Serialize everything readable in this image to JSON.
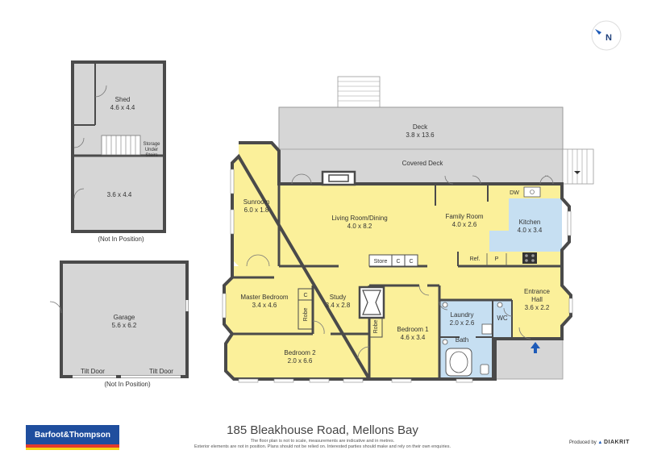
{
  "compass": {
    "label": "N"
  },
  "outbuildings": {
    "shed": {
      "name": "Shed",
      "size": "4.6 x 4.4"
    },
    "storage": {
      "line1": "Storage",
      "line2": "Under",
      "line3": "Stairs"
    },
    "lower_room": {
      "size": "3.6 x 4.4"
    },
    "not_in_position_1": "(Not In Position)",
    "garage": {
      "name": "Garage",
      "size": "5.6 x 6.2"
    },
    "tilt_door_left": "Tilt Door",
    "tilt_door_right": "Tilt Door",
    "not_in_position_2": "(Not In Position)"
  },
  "rooms": {
    "deck": {
      "name": "Deck",
      "size": "3.8 x 13.6"
    },
    "covered_deck": {
      "name": "Covered Deck"
    },
    "sunroom": {
      "name": "Sunroom",
      "size": "6.0 x 1.8"
    },
    "living": {
      "name": "Living Room/Dining",
      "size": "4.0 x 8.2"
    },
    "family": {
      "name": "Family Room",
      "size": "4.0 x 2.6"
    },
    "kitchen": {
      "name": "Kitchen",
      "size": "4.0 x 3.4"
    },
    "master": {
      "name": "Master Bedroom",
      "size": "3.4 x 4.6"
    },
    "study": {
      "name": "Study",
      "size": "3.4 x 2.8"
    },
    "bedroom1": {
      "name": "Bedroom 1",
      "size": "4.6 x 3.4"
    },
    "bedroom2": {
      "name": "Bedroom 2",
      "size": "2.0 x 6.6"
    },
    "laundry": {
      "name": "Laundry",
      "size": "2.0 x 2.6"
    },
    "bath": {
      "name": "Bath"
    },
    "wc": {
      "name": "WC"
    },
    "entrance": {
      "name": "Entrance",
      "name2": "Hall",
      "size": "3.6 x 2.2"
    }
  },
  "fixtures": {
    "dw": "DW",
    "store": "Store",
    "c1": "C",
    "c2": "C",
    "c_master": "C",
    "ref": "Ref.",
    "p": "P",
    "robe_master": "Robe",
    "robe_bed1": "Robe"
  },
  "footer": {
    "address": "185 Bleakhouse Road, Mellons Bay",
    "disclaimer1": "The floor plan is not to scale, measurements are indicative and in metres.",
    "disclaimer2": "Exterior elements are not in position. Plans should not be relied on. Interested parties should make and rely on their own enquiries.",
    "brand": "Barfoot&Thompson",
    "produced_by": "Produced by",
    "producer": "DIAKRIT"
  },
  "colors": {
    "room_yellow": "#fbf09a",
    "kitchen_blue": "#c6dff2",
    "outdoor_gray": "#d6d6d6",
    "wall": "#4a4a4a",
    "entry_arrow": "#1e5bb8"
  }
}
